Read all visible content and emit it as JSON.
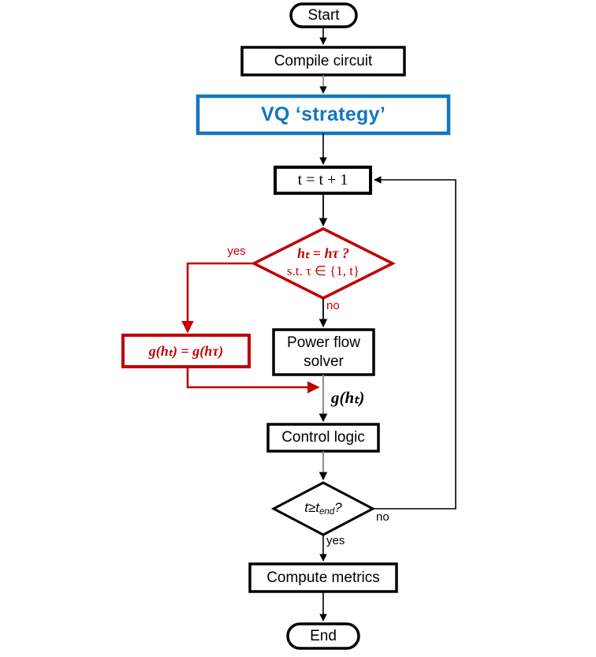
{
  "diagram": {
    "title": "VQ strategy flowchart",
    "colors": {
      "black": "#000000",
      "red": "#C00000",
      "blue": "#1277BF",
      "gray_arrow": "#808080",
      "background": "#FFFFFF"
    }
  },
  "nodes": {
    "start": {
      "label": "Start",
      "shape": "stadium",
      "color": "#000000"
    },
    "compile": {
      "label": "Compile circuit",
      "shape": "rect",
      "color": "#000000"
    },
    "vq_strategy": {
      "label": "VQ ‘strategy’",
      "shape": "rect",
      "color": "#1277BF"
    },
    "increment": {
      "label": "t = t + 1",
      "shape": "rect",
      "color": "#000000"
    },
    "decision_h": {
      "line1": "hₜ = hτ ?",
      "line2": "s.t. τ ∈ {1, t}",
      "shape": "diamond",
      "color": "#C00000"
    },
    "reuse_box": {
      "label": "g(hₜ) = g(hτ)",
      "shape": "rect",
      "color": "#C00000"
    },
    "power_flow": {
      "line1": "Power flow",
      "line2": "solver",
      "shape": "rect",
      "color": "#000000"
    },
    "control_logic": {
      "label": "Control logic",
      "shape": "rect",
      "color": "#000000"
    },
    "decision_t": {
      "label": "t≥t_end?",
      "shape": "diamond",
      "color": "#000000"
    },
    "compute_metrics": {
      "label": "Compute metrics",
      "shape": "rect",
      "color": "#000000"
    },
    "end": {
      "label": "End",
      "shape": "stadium",
      "color": "#000000"
    }
  },
  "edge_labels": {
    "yes_h": "yes",
    "no_h": "no",
    "g_of_h": "g(hₜ)",
    "no_t": "no",
    "yes_t": "yes"
  }
}
